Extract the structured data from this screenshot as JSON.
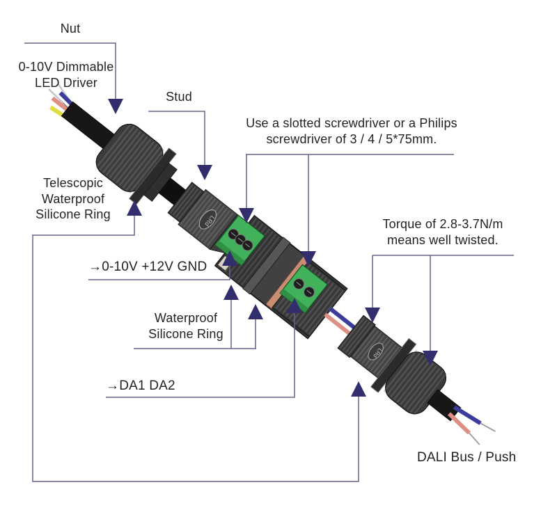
{
  "diagram_title": "Waterproof DALI connector assembly diagram",
  "labels": {
    "nut": "Nut",
    "driver": "0-10V Dimmable\nLED Driver",
    "stud": "Stud",
    "screwdriver": "Use a slotted screwdriver or a Philips\nscrewdriver of 3 / 4 / 5*75mm.",
    "torque": "Torque of 2.8-3.7N/m\nmeans well twisted.",
    "telescopic": "Telescopic\nWaterproof\nSilicone Ring",
    "gnd": "→0-10V +12V GND",
    "waterproof": "Waterproof\nSilicone Ring",
    "da": "→DA1 DA2",
    "dali": "DALI Bus / Push",
    "logo": "LRd"
  },
  "colors": {
    "line": "#63638f",
    "arrow": "#322d6d",
    "text": "#231f20",
    "terminal_green": "#41b15c",
    "silicone_copper": "#c98d73",
    "wire_blue": "#3c3c9b",
    "wire_pink": "#dd8f83",
    "wire_yellow": "#e3de3f",
    "body_dark": "#333333"
  }
}
